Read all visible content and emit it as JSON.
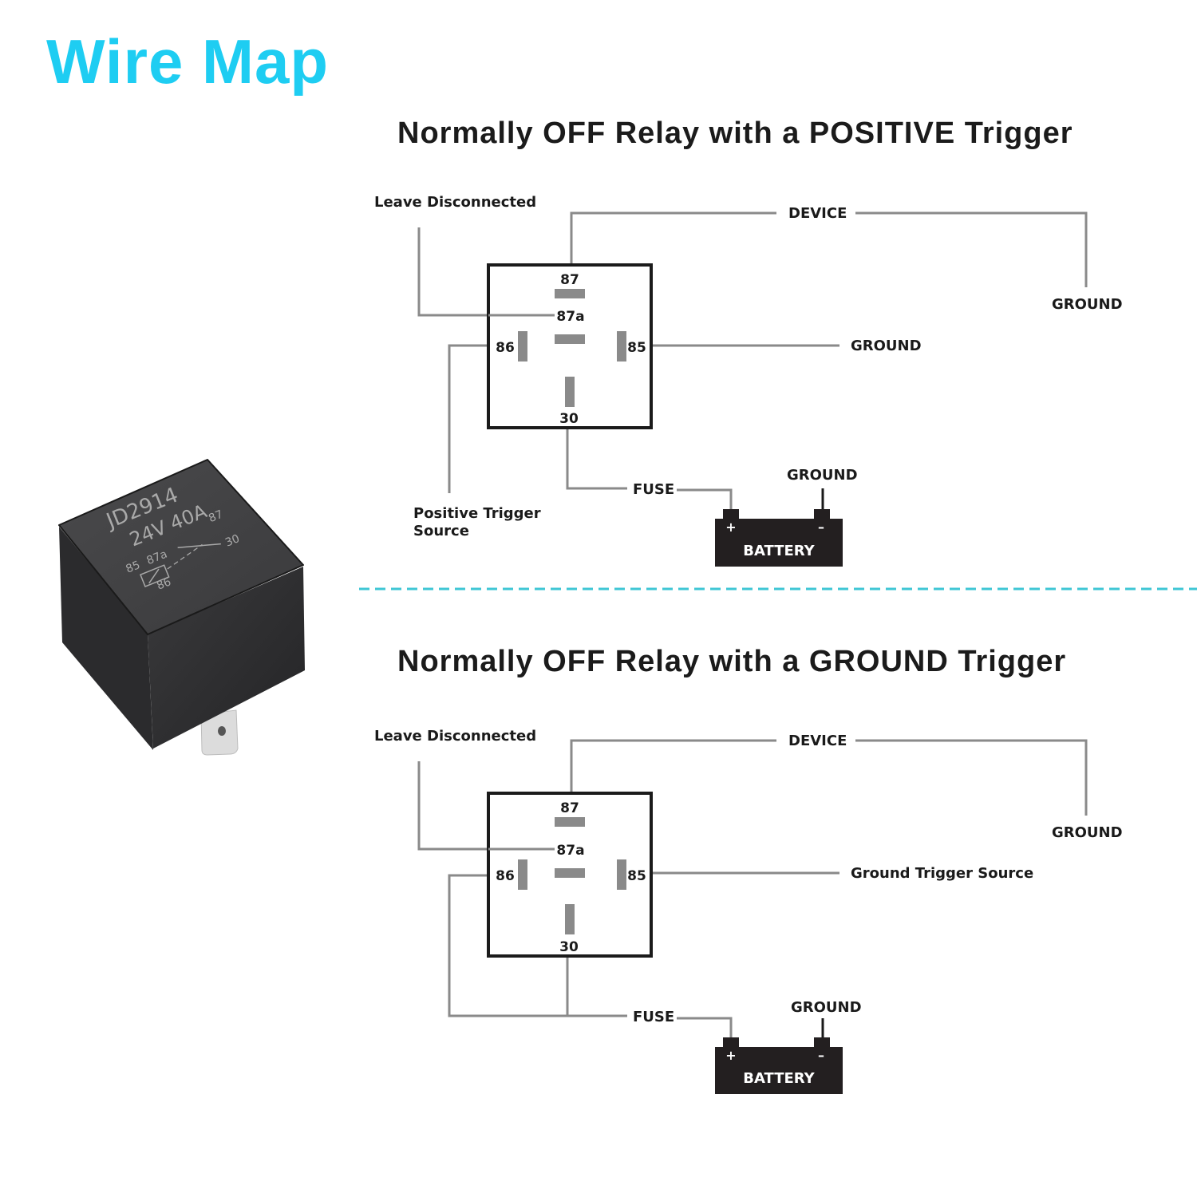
{
  "title": "Wire Map",
  "accent_color": "#1ecdf2",
  "divider_color": "#3ec6d4",
  "relay_photo": {
    "model": "JD2914",
    "rating": "24V  40A",
    "pins": {
      "p85": "85",
      "p87a": "87a",
      "p86": "86",
      "p87": "87",
      "p30": "30"
    }
  },
  "diagrams": [
    {
      "title": "Normally OFF Relay with a POSITIVE Trigger",
      "relay_pins": {
        "p87": "87",
        "p87a": "87a",
        "p86": "86",
        "p85": "85",
        "p30": "30"
      },
      "labels": {
        "leave_disconnected": "Leave Disconnected",
        "device": "DEVICE",
        "device_ground": "GROUND",
        "pin85_target": "GROUND",
        "pin86_source_line1": "Positive Trigger",
        "pin86_source_line2": "Source",
        "fuse": "FUSE",
        "battery_ground": "GROUND",
        "battery": "BATTERY",
        "plus": "+",
        "minus": "–"
      }
    },
    {
      "title": "Normally OFF Relay with a GROUND Trigger",
      "relay_pins": {
        "p87": "87",
        "p87a": "87a",
        "p86": "86",
        "p85": "85",
        "p30": "30"
      },
      "labels": {
        "leave_disconnected": "Leave Disconnected",
        "device": "DEVICE",
        "device_ground": "GROUND",
        "pin85_target": "Ground Trigger Source",
        "fuse": "FUSE",
        "battery_ground": "GROUND",
        "battery": "BATTERY",
        "plus": "+",
        "minus": "–"
      }
    }
  ]
}
